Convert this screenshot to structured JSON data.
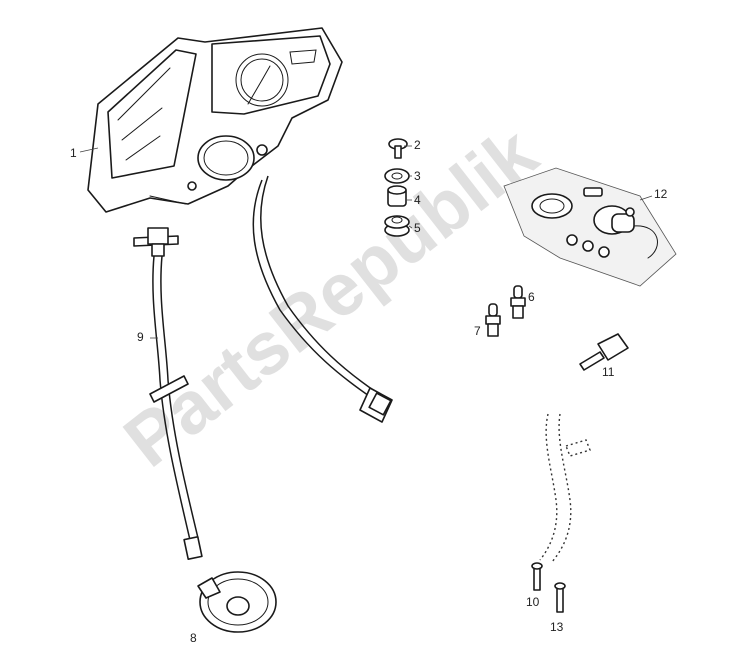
{
  "watermark": "PartsRepublik",
  "callouts": [
    "1",
    "2",
    "3",
    "4",
    "5",
    "6",
    "7",
    "8",
    "9",
    "10",
    "11",
    "12",
    "13"
  ]
}
